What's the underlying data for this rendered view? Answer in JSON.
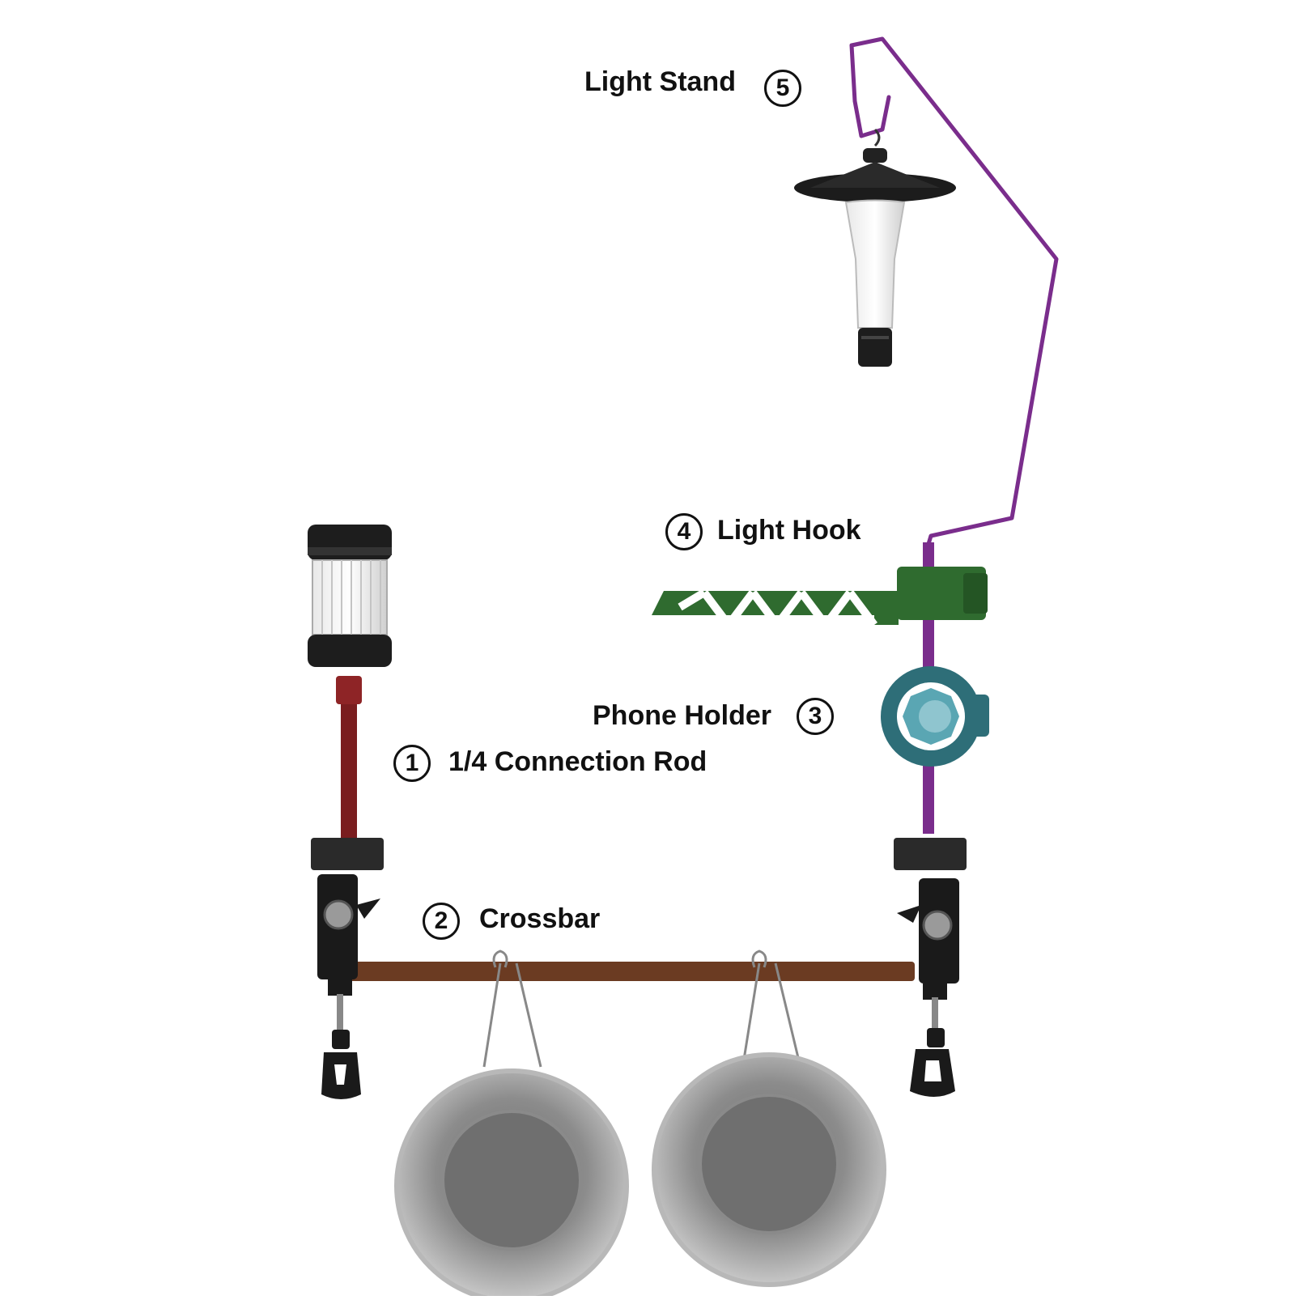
{
  "callouts": [
    {
      "id": "1",
      "number": "1",
      "label": "1/4 Connection Rod"
    },
    {
      "id": "2",
      "number": "2",
      "label": "Crossbar"
    },
    {
      "id": "3",
      "number": "3",
      "label": "Phone Holder"
    },
    {
      "id": "4",
      "number": "4",
      "label": "Light Hook"
    },
    {
      "id": "5",
      "number": "5",
      "label": "Light Stand"
    }
  ],
  "colors": {
    "connection_rod": "#7a1d1f",
    "crossbar": "#6b3b22",
    "phone_holder": "#2e6e78",
    "light_hook": "#2f6b2f",
    "light_stand": "#7a2d8c",
    "clamp": "#1a1a1a",
    "bowl": "#9a9a9a"
  }
}
